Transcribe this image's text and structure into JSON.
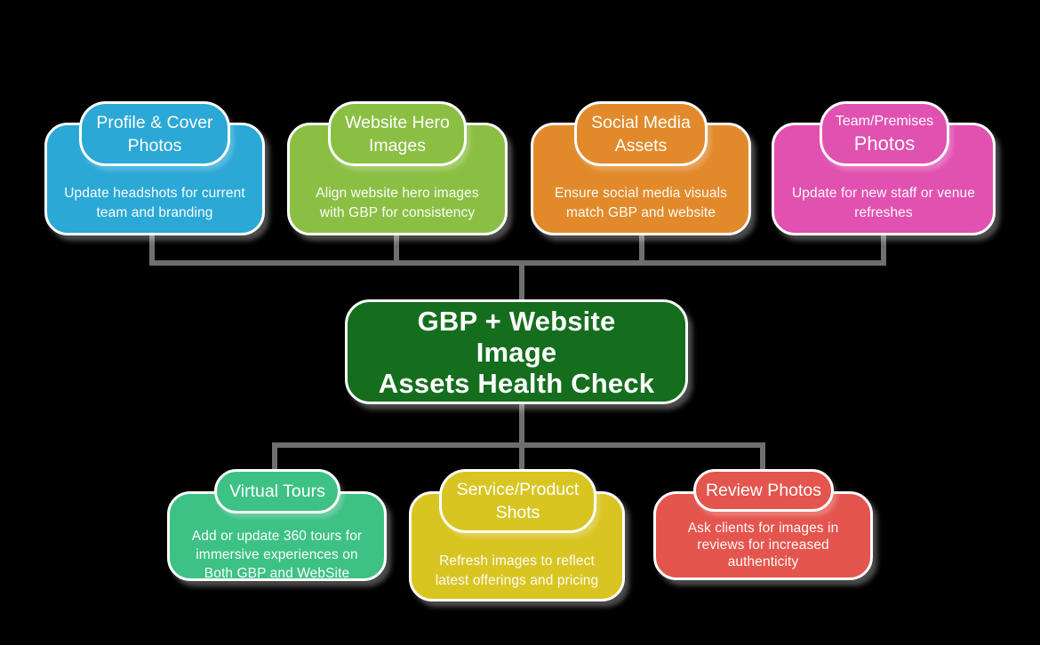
{
  "canvas": {
    "background": "#000000",
    "connector_color": "#6f6f6f",
    "node_border_color": "#ffffff",
    "text_color": "#ffffff"
  },
  "center_node": {
    "color": "#156e1e",
    "lines": [
      "GBP + Website",
      "Image",
      "Assets Health Check"
    ]
  },
  "top_nodes": [
    {
      "color": "#2ba8d6",
      "title_lines": [
        "Profile & Cover",
        "Photos"
      ],
      "body_lines": [
        "Update headshots for current",
        "team and branding"
      ]
    },
    {
      "color": "#8bbf44",
      "title_lines": [
        "Website Hero",
        "Images"
      ],
      "body_lines": [
        "Align website hero images",
        "with GBP for consistency"
      ]
    },
    {
      "color": "#e28a2b",
      "title_lines": [
        "Social Media",
        "Assets"
      ],
      "body_lines": [
        "Ensure social media visuals",
        "match GBP and website"
      ]
    },
    {
      "color": "#e151b0",
      "title_lines": [
        "Team/Premises",
        "Photos"
      ],
      "body_lines": [
        "Update for new staff or venue",
        "refreshes"
      ]
    }
  ],
  "bottom_nodes": [
    {
      "color": "#3dc185",
      "title_lines": [
        "Virtual Tours"
      ],
      "body_lines": [
        "Add or update 360 tours for",
        "immersive experiences on",
        "Both GBP and WebSite"
      ]
    },
    {
      "color": "#d9c522",
      "title_lines": [
        "Service/Product",
        "Shots"
      ],
      "body_lines": [
        "Refresh images to reflect",
        "latest offerings and pricing"
      ]
    },
    {
      "color": "#e4554e",
      "title_lines": [
        "Review Photos"
      ],
      "body_lines": [
        "Ask clients for images in",
        "reviews for increased",
        "authenticity"
      ]
    }
  ]
}
